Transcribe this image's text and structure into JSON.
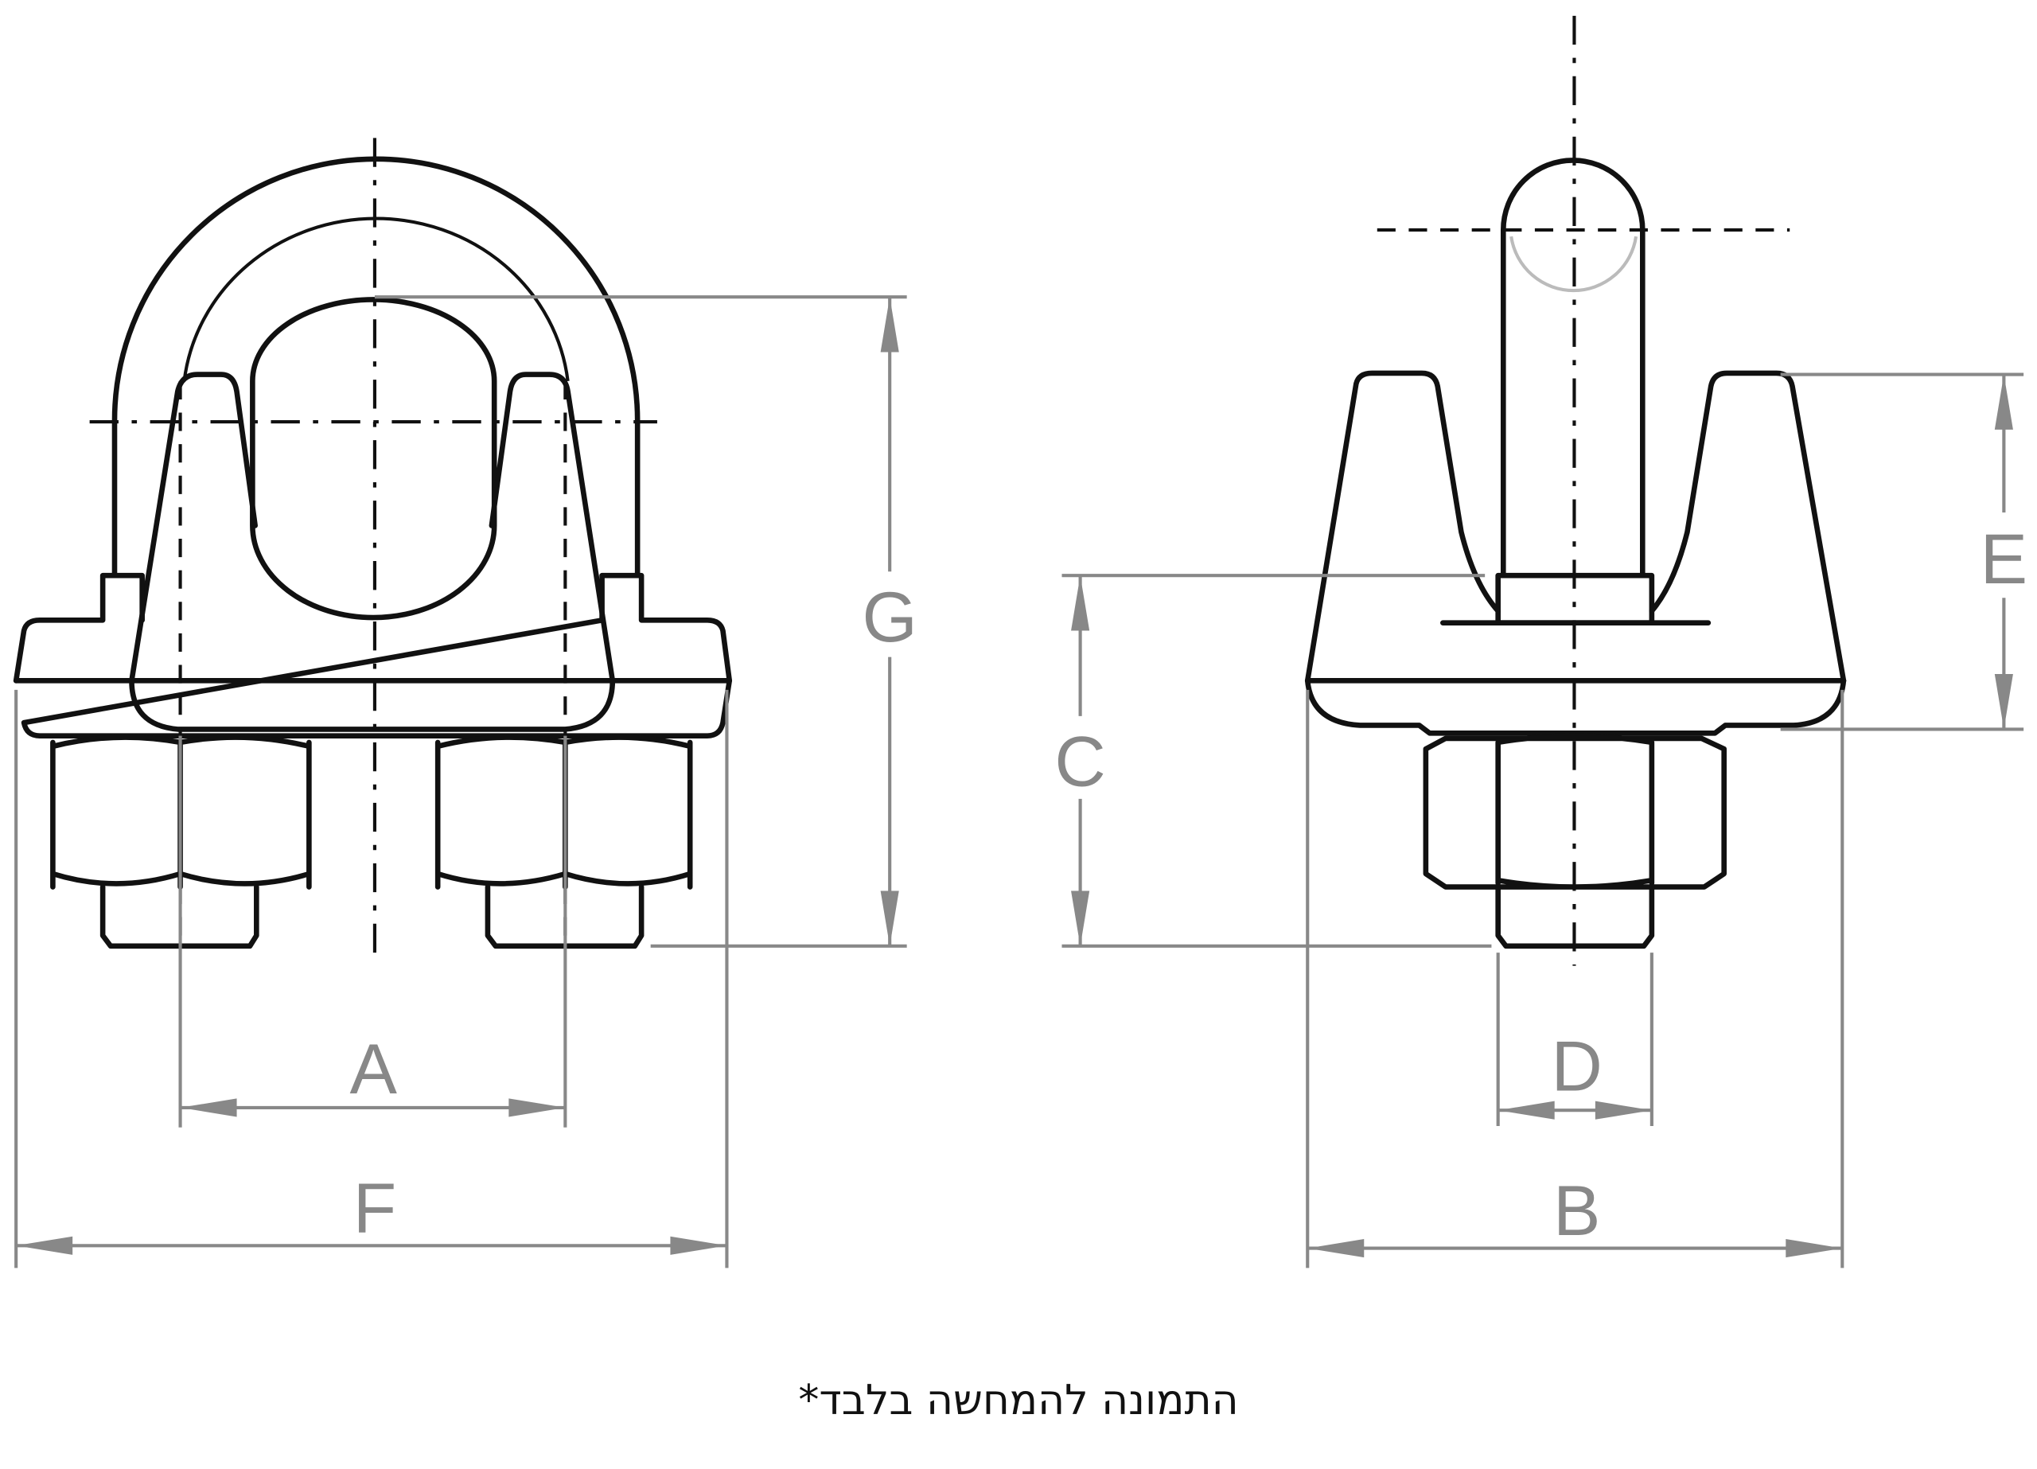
{
  "dimension_labels": {
    "A": "A",
    "B": "B",
    "C": "C",
    "D": "D",
    "E": "E",
    "F": "F",
    "G": "G"
  },
  "caption": "התמונה להמחשה בלבד*",
  "colors": {
    "outline": "#111111",
    "dimension": "#888888"
  }
}
